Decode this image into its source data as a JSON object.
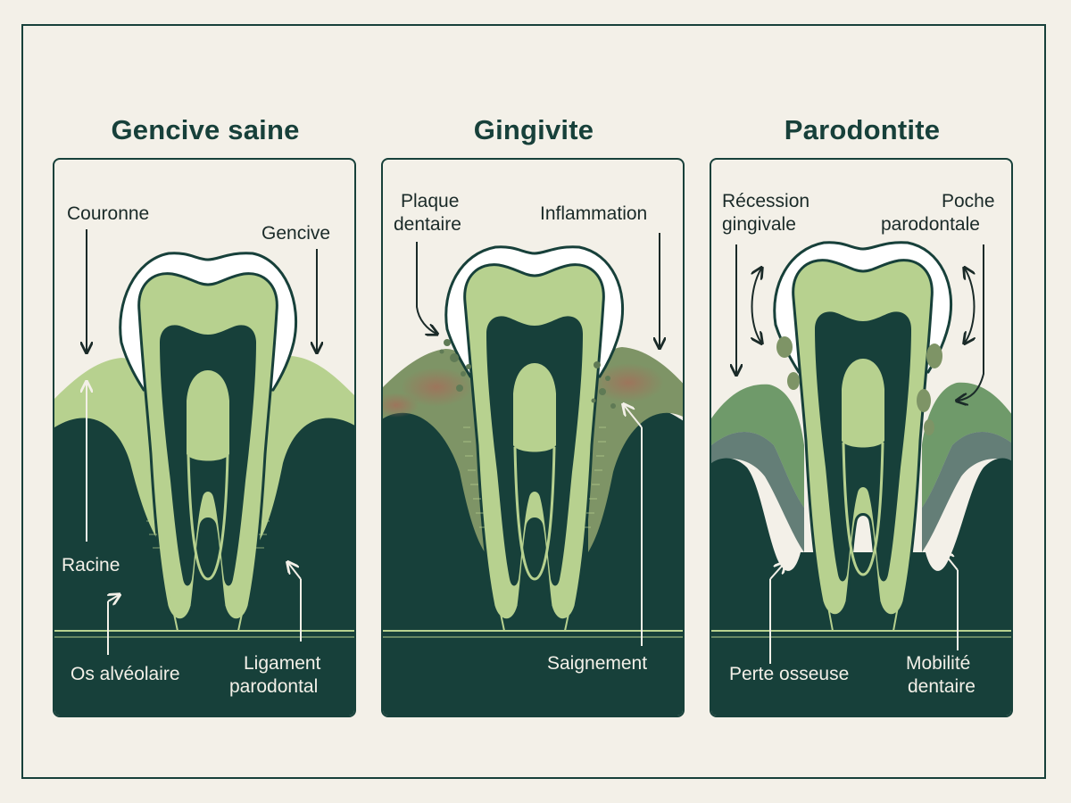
{
  "panels": [
    {
      "title": "Gencive saine",
      "labels": {
        "couronne": "Couronne",
        "gencive": "Gencive",
        "racine": "Racine",
        "os": "Os alvéolaire",
        "ligament_1": "Ligament",
        "ligament_2": "parodontal"
      }
    },
    {
      "title": "Gingivite",
      "labels": {
        "plaque_1": "Plaque",
        "plaque_2": "dentaire",
        "inflammation": "Inflammation",
        "saignement": "Saignement"
      }
    },
    {
      "title": "Parodontite",
      "labels": {
        "recession_1": "Récession",
        "recession_2": "gingivale",
        "poche_1": "Poche",
        "poche_2": "parodontale",
        "perte": "Perte osseuse",
        "mobilite_1": "Mobilité",
        "mobilite_2": "dentaire"
      }
    }
  ],
  "colors": {
    "background": "#f3f0e8",
    "bone_dark": "#17403a",
    "gum_light": "#b7d18f",
    "tooth_enamel": "#ffffff",
    "dentin": "#b7d18f",
    "pulp": "#17403a",
    "inflamed": "#a98c6e",
    "recessed_gum": "#6f9a6a"
  }
}
